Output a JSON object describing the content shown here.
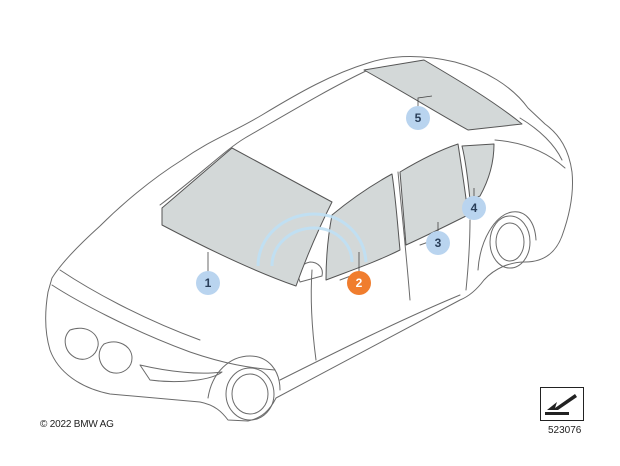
{
  "callouts": [
    {
      "label": "1",
      "part": "windshield",
      "state": "normal"
    },
    {
      "label": "2",
      "part": "front-door-window",
      "state": "active"
    },
    {
      "label": "3",
      "part": "rear-door-window",
      "state": "normal"
    },
    {
      "label": "4",
      "part": "rear-quarter-window",
      "state": "normal"
    },
    {
      "label": "5",
      "part": "rear-window",
      "state": "normal"
    }
  ],
  "copyright": "© 2022 BMW AG",
  "diagram_number": "523076",
  "colors": {
    "callout_normal": "#b9d4ef",
    "callout_active": "#f07d2e",
    "glass": "#d3d8d8",
    "outline": "#6b6b6b"
  }
}
